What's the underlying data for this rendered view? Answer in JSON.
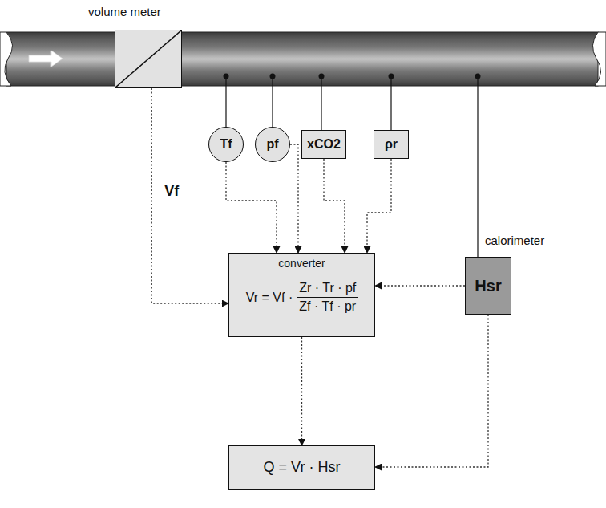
{
  "diagram": {
    "nodes": [
      {
        "text": [
          "volume meter"
        ]
      },
      {
        "text": [
          "Tf"
        ]
      },
      {
        "text": [
          "pf"
        ]
      },
      {
        "text": [
          "xCO2"
        ]
      },
      {
        "text": [
          "ρr"
        ]
      },
      {
        "text": [
          "calorimeter",
          "Hsr"
        ]
      },
      {
        "text": [
          "converter",
          "Vr = Vf ·",
          "Zr · Tr · pf",
          "Zf · Tf · pr"
        ]
      },
      {
        "text": [
          "Q = Vr · Hsr"
        ]
      }
    ],
    "edges": [
      {
        "from": 0,
        "to": 6,
        "arrow": "to",
        "label": "Vf"
      },
      {
        "from": 1,
        "to": 6,
        "arrow": "to"
      },
      {
        "from": 2,
        "to": 6,
        "arrow": "to"
      },
      {
        "from": 3,
        "to": 6,
        "arrow": "to"
      },
      {
        "from": 4,
        "to": 6,
        "arrow": "to"
      },
      {
        "from": 5,
        "to": 6,
        "arrow": "to"
      },
      {
        "from": 6,
        "to": 7,
        "arrow": "to"
      },
      {
        "from": 5,
        "to": 7,
        "arrow": "to"
      }
    ]
  }
}
